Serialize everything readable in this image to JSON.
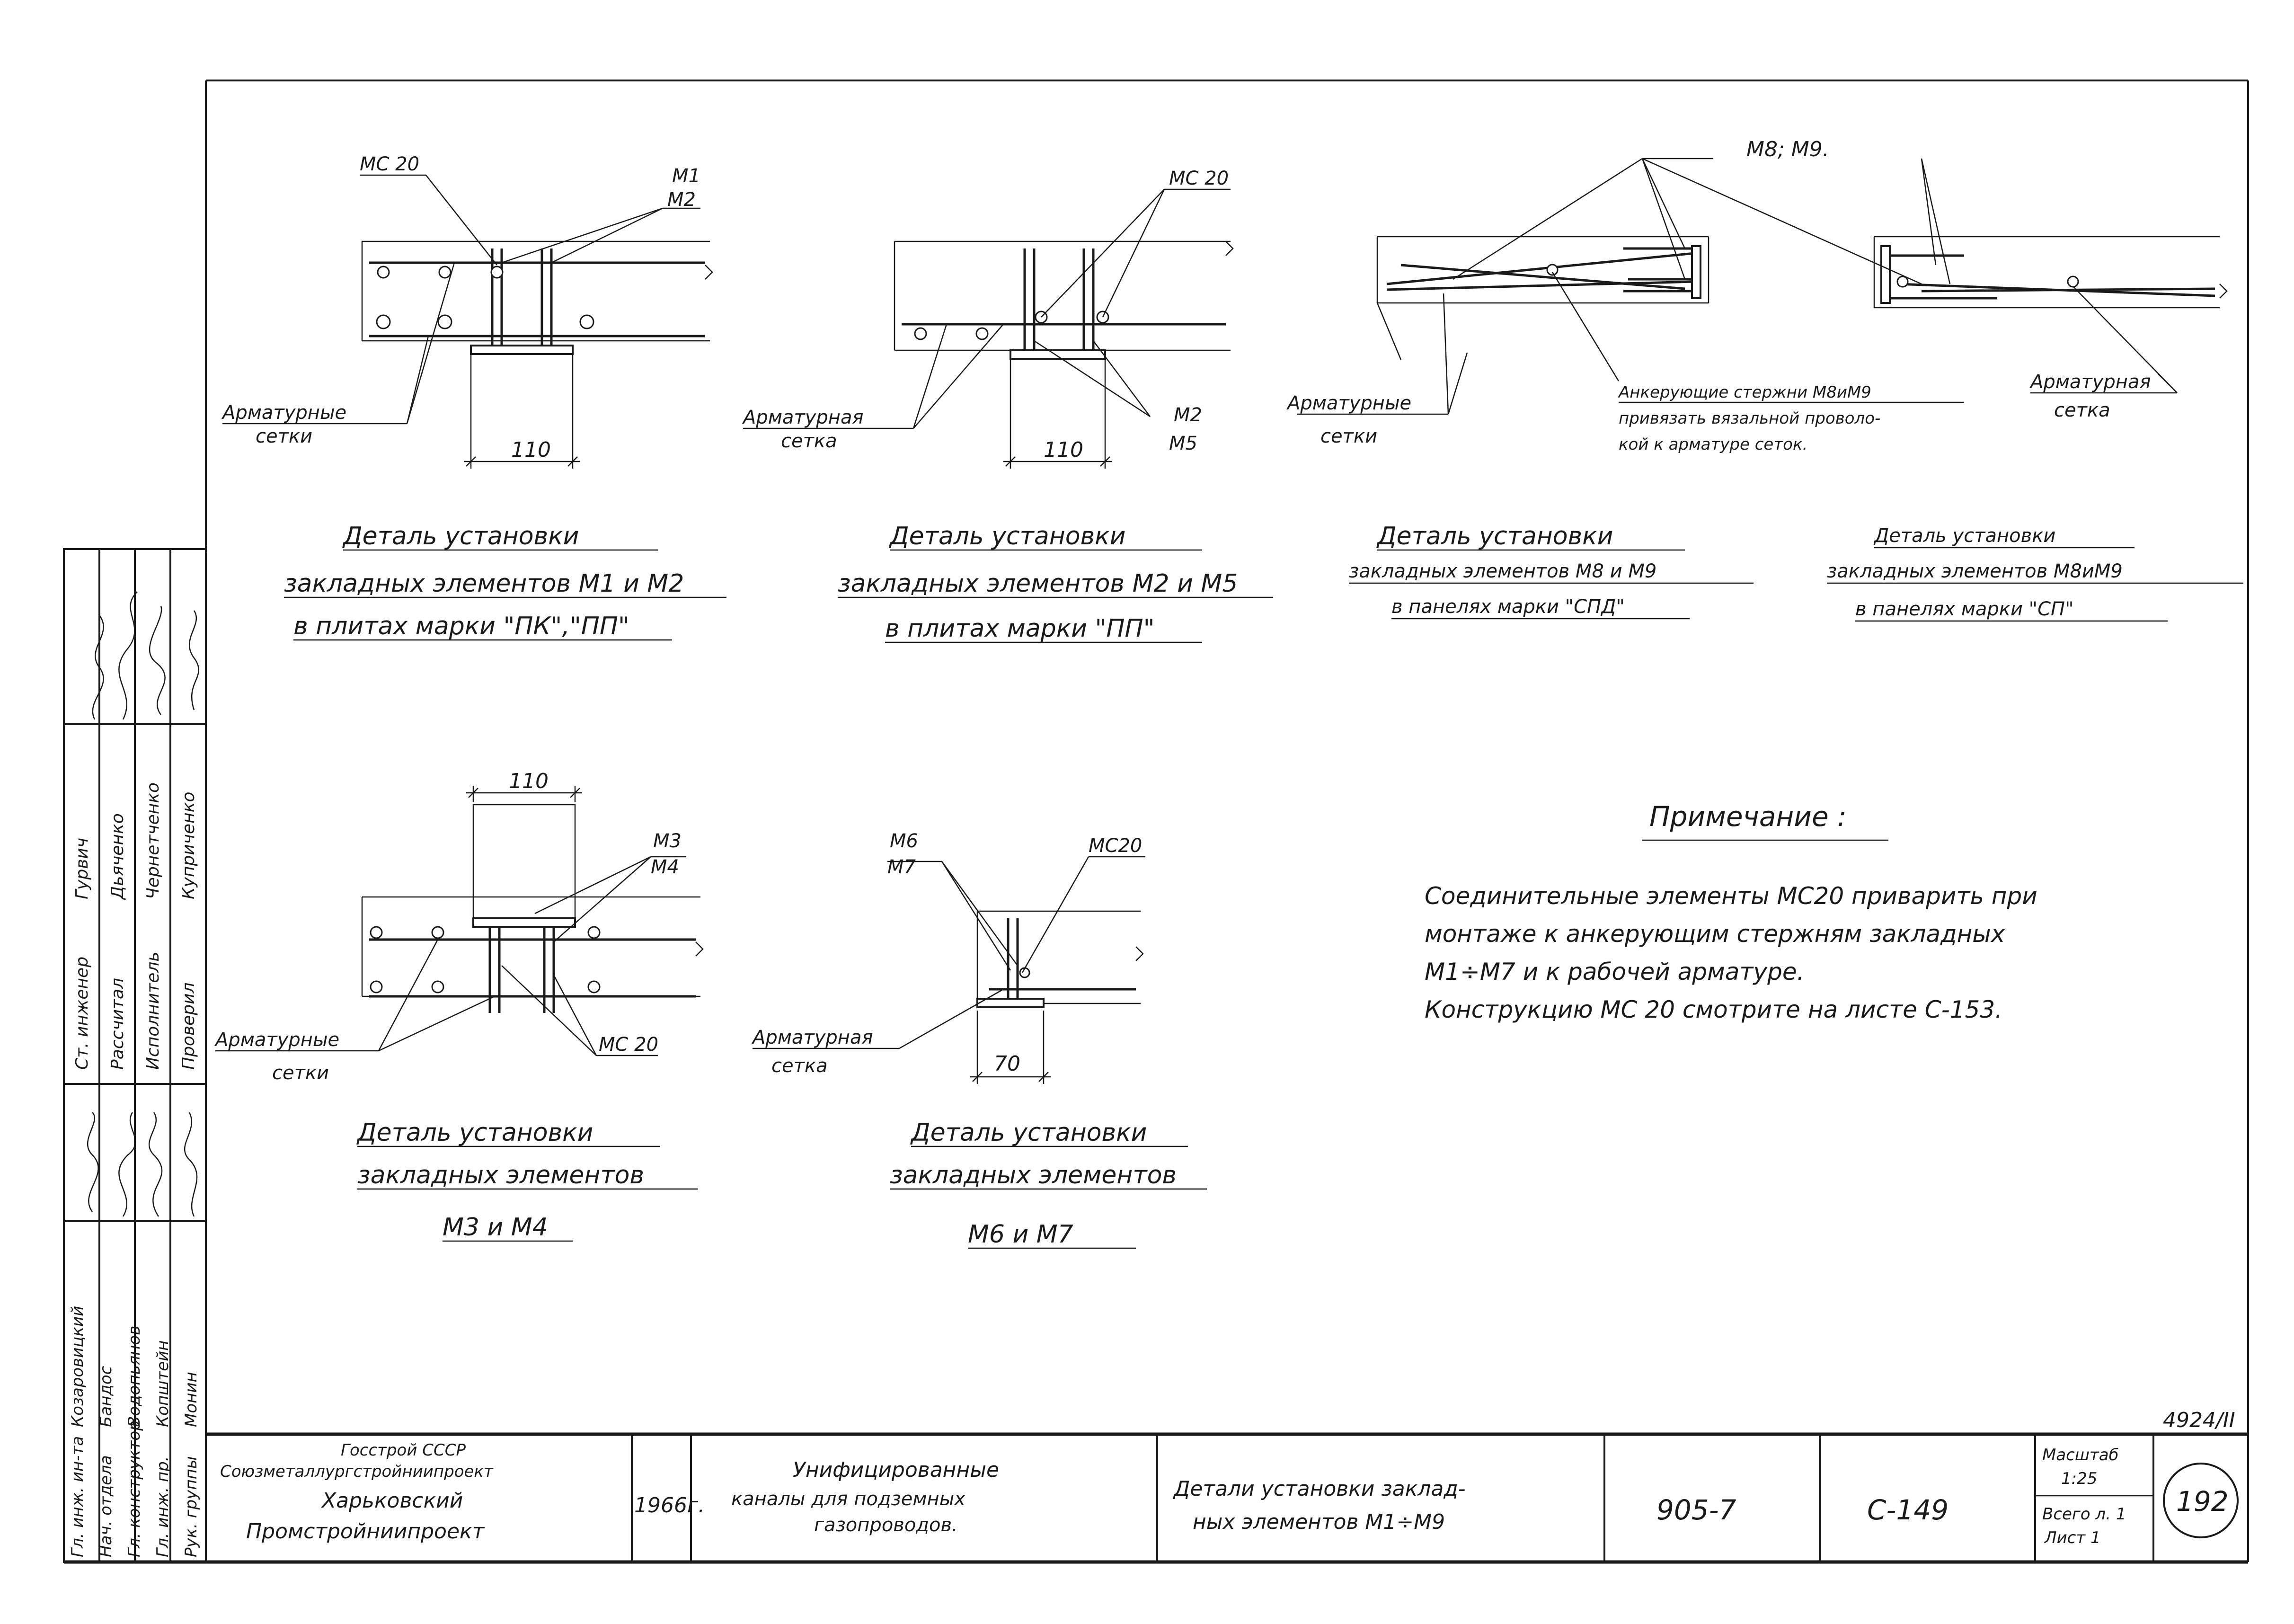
{
  "details": {
    "d1": {
      "label_mc": "МС 20",
      "label_m_top": "М1",
      "label_m_bot": "М2",
      "label_rebar_1": "Арматурные",
      "label_rebar_2": "сетки",
      "dim": "110",
      "caption_1": "Деталь установки",
      "caption_2": "закладных элементов М1 и М2",
      "caption_3": "в плитах марки \"ПК\",\"ПП\""
    },
    "d2": {
      "label_mc": "МС 20",
      "label_m_top": "М2",
      "label_m_bot": "М5",
      "label_rebar_1": "Арматурная",
      "label_rebar_2": "сетка",
      "dim": "110",
      "caption_1": "Деталь установки",
      "caption_2": "закладных элементов М2 и М5",
      "caption_3": "в плитах марки \"ПП\""
    },
    "d3": {
      "label_m": "М8; М9.",
      "label_rebar_1": "Арматурные",
      "label_rebar_2": "сетки",
      "label_anchor_1": "Анкерующие стержни М8иМ9",
      "label_anchor_2": "привязать вязальной проволо-",
      "label_anchor_3": "кой к арматуре сеток.",
      "caption_1": "Деталь установки",
      "caption_2": "закладных элементов М8 и М9",
      "caption_3": "в панелях марки \"СПД\""
    },
    "d4": {
      "label_rebar_1": "Арматурная",
      "label_rebar_2": "сетка",
      "caption_1": "Деталь установки",
      "caption_2": "закладных элементов М8иМ9",
      "caption_3": "в панелях марки \"СП\""
    },
    "d5": {
      "dim": "110",
      "label_m_top": "М3",
      "label_m_bot": "М4",
      "label_rebar_1": "Арматурные",
      "label_rebar_2": "сетки",
      "label_mc": "МС 20",
      "caption_1": "Деталь установки",
      "caption_2": "закладных элементов",
      "caption_3": "М3 и М4"
    },
    "d6": {
      "label_m_top": "М6",
      "label_m_bot": "М7",
      "label_mc": "МС20",
      "label_rebar_1": "Арматурная",
      "label_rebar_2": "сетка",
      "dim": "70",
      "caption_1": "Деталь установки",
      "caption_2": "закладных элементов",
      "caption_3": "М6 и М7"
    }
  },
  "note": {
    "title": "Примечание :",
    "line_1": "Соединительные элементы МС20 приварить при",
    "line_2": "монтаже к анкерующим стержням закладных",
    "line_3": "М1÷М7 и к рабочей арматуре.",
    "line_4": "Конструкцию МС 20 смотрите на листе С-153."
  },
  "sidebar": {
    "roles": [
      "Ст. инженер",
      "Рассчитал",
      "Исполнитель",
      "Проверил"
    ],
    "names": [
      "Гурвич",
      "Дьяченко",
      "Чернетченко",
      "Куприченко"
    ],
    "roles_2": [
      "Гл. инж. ин-та",
      "Нач. отдела",
      "Гл. конструктор",
      "Гл. инж. пр.",
      "Рук. группы"
    ],
    "names_2": [
      "Козаровицкий",
      "Бандос",
      "Водопьянов",
      "Копштейн",
      "Монин"
    ]
  },
  "title_block": {
    "org_1": "Госстрой СССР",
    "org_2": "Союзметаллургстройниипроект",
    "org_3": "Харьковский",
    "org_4": "Промстройниипроект",
    "year": "1966г.",
    "project_1": "Унифицированные",
    "project_2": "каналы для подземных",
    "project_3": "газопроводов.",
    "sheet_title_1": "Детали установки заклад-",
    "sheet_title_2": "ных элементов М1÷М9",
    "series": "905-7",
    "sheet_code": "С-149",
    "scale_label": "Масштаб",
    "scale_value": "1:25",
    "total_label": "Всего л. 1",
    "sheet_label": "Лист 1",
    "page_number": "192",
    "archive_number": "4924/II"
  }
}
